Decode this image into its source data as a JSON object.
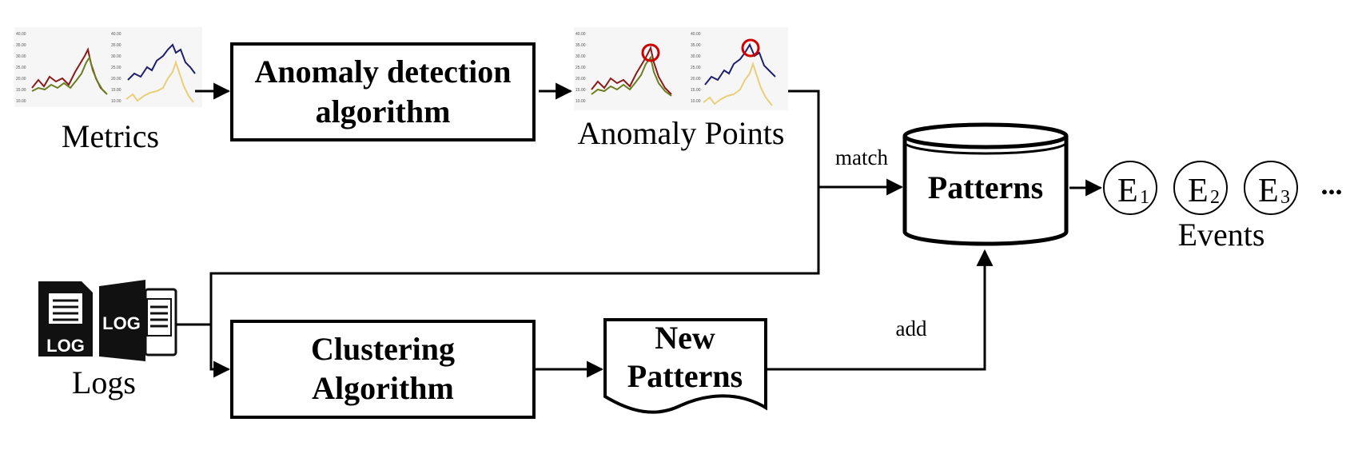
{
  "boxes": {
    "anomaly_detection": [
      "Anomaly detection",
      "algorithm"
    ],
    "clustering": [
      "Clustering",
      "Algorithm"
    ],
    "new_patterns": [
      "New",
      "Patterns"
    ],
    "patterns": "Patterns"
  },
  "captions": {
    "metrics": "Metrics",
    "anomaly_points": "Anomaly Points",
    "logs": "Logs",
    "events": "Events"
  },
  "edge_labels": {
    "match": "match",
    "add": "add"
  },
  "events": [
    {
      "letter": "E",
      "sub": "1"
    },
    {
      "letter": "E",
      "sub": "2"
    },
    {
      "letter": "E",
      "sub": "3"
    }
  ],
  "ellipsis": "...",
  "log_icon_text": "LOG",
  "mini_charts": {
    "ticks": [
      "40.00",
      "35.00",
      "30.00",
      "25.00",
      "20.00",
      "15.00",
      "10.00"
    ],
    "colors": {
      "red": "#8b1a1a",
      "olive": "#6b7d1e",
      "navy": "#1f1f6b",
      "gold": "#e8cf7a",
      "highlight": "#cc0000"
    }
  }
}
